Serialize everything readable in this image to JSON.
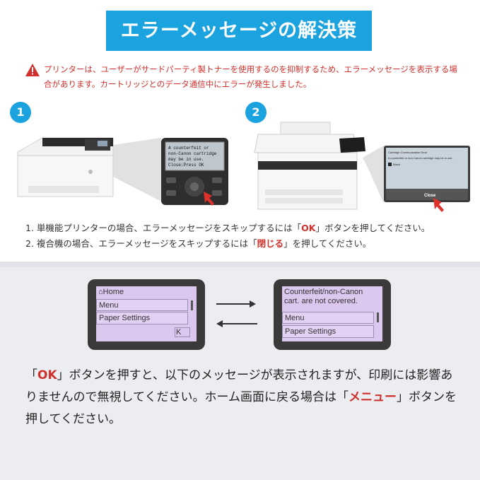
{
  "title": "エラーメッセージの解決策",
  "warning": {
    "icon": "warning-icon",
    "text": "プリンターは、ユーザーがサードパーティ製トナーを使用するのを抑制するため、エラーメッセージを表示する場合があります。カートリッジとのデータ通信中にエラーが発生しました。"
  },
  "steps": [
    {
      "number": "1",
      "lcd_lines": [
        "A counterfeit or",
        "non-Canon cartridge",
        "may be in use.",
        "Close:Press OK"
      ]
    },
    {
      "number": "2",
      "screen_title": "Cartridge Communication Error",
      "screen_message": "A counterfeit or non-Canon cartridge may be in use.",
      "screen_item": "Black",
      "close_label": "Close"
    }
  ],
  "notes": {
    "note1_pre": "1. 単機能プリンターの場合、エラーメッセージをスキップするには「",
    "note1_key": "OK",
    "note1_post": "」ボタンを押してください。",
    "note2_pre": "2. 複合機の場合、エラーメッセージをスキップするには「",
    "note2_key": "閉じる",
    "note2_post": "」を押してください。"
  },
  "screen_left": {
    "home": "Home",
    "menu": "Menu",
    "paper": "Paper Settings",
    "ok": "K"
  },
  "screen_right": {
    "line1": "Counterfeit/non-Canon",
    "line2": "cart. are not covered.",
    "menu": "Menu",
    "paper": "Paper Settings"
  },
  "bottom": {
    "part1": "「",
    "key1": "OK",
    "part2": "」ボタンを押すと、以下のメッセージが表示されますが、印刷には影響ありませんので無視してください。ホーム画面に戻る場合は「",
    "key2": "メニュー",
    "part3": "」ボタンを押してください。"
  },
  "colors": {
    "accent": "#1aa3df",
    "warning": "#d0302c",
    "screen_bg": "#dcc7ef"
  }
}
